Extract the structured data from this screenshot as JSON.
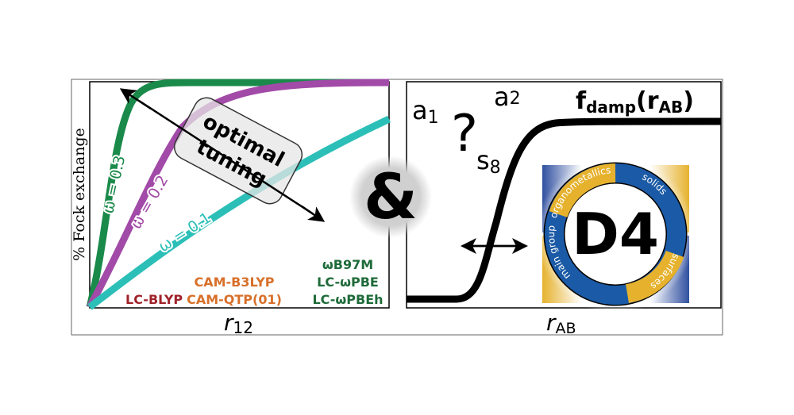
{
  "left_panel": {
    "ylabel": "% Fock exchange",
    "xlabel_main": "r",
    "xlabel_sub": "12",
    "curves": [
      {
        "label": "ω = 0.3",
        "omega": 0.3,
        "color": "#1a8a4a"
      },
      {
        "label": "ω = 0.2",
        "omega": 0.2,
        "color": "#a24aa8"
      },
      {
        "label": "ω = 0.1",
        "omega": 0.1,
        "color": "#2cbfb8"
      }
    ],
    "tuning_box": {
      "line1": "optimal",
      "line2": "tuning"
    },
    "functionals": {
      "red": {
        "color": "#a0232a",
        "items": [
          "LC-BLYP"
        ]
      },
      "orange": {
        "color": "#d8702a",
        "items": [
          "CAM-B3LYP",
          "CAM-QTP(01)"
        ]
      },
      "green": {
        "color": "#1f6b3a",
        "items": [
          "ωB97M",
          "LC-ωPBE",
          "LC-ωPBEh"
        ]
      }
    }
  },
  "ampersand": "&",
  "right_panel": {
    "xlabel_main": "r",
    "xlabel_sub": "AB",
    "params": {
      "a1": "a",
      "a1_sub": "1",
      "a2": "a",
      "a2_sub": "2",
      "s8": "s",
      "s8_sub": "8",
      "question": "?"
    },
    "fdamp": {
      "f": "f",
      "damp": "damp",
      "open": "(r",
      "ab": "AB",
      "close": ")"
    },
    "logo": {
      "title": "D4",
      "segments": [
        "organometallics",
        "solids",
        "surfaces",
        "main group"
      ],
      "blue": "#1b5aa6",
      "gold": "#e6b22e"
    }
  }
}
